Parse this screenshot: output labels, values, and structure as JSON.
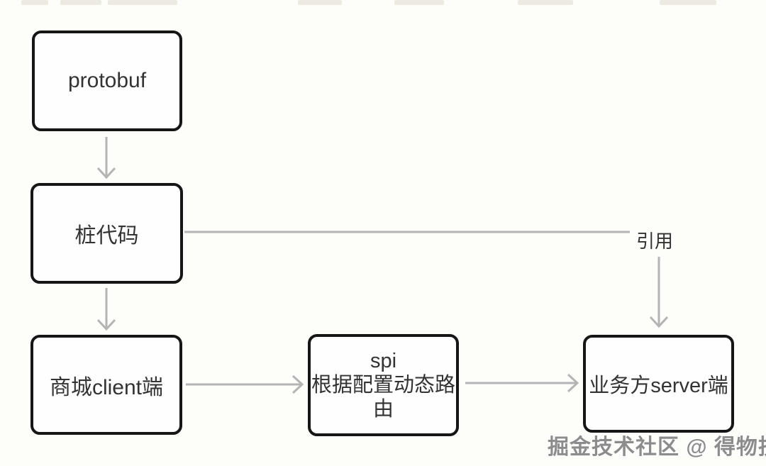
{
  "diagram": {
    "colors": {
      "background": "#fdfdfa",
      "box-border": "#161616",
      "box-fill": "#fefefe",
      "text": "#333333",
      "arrow": "#b4b4b4",
      "watermark": "#8c8c8c"
    },
    "nodes": {
      "protobuf": {
        "label": "protobuf"
      },
      "stub_code": {
        "label": "桩代码"
      },
      "mall_client": {
        "label": "商城client端"
      },
      "spi_router": {
        "line1": "spi",
        "line2": "根据配置动态路由"
      },
      "business_server": {
        "label": "业务方server端"
      }
    },
    "edge_labels": {
      "reference": "引用"
    },
    "watermark": {
      "text": "掘金技术社区 @ 得物技术"
    }
  }
}
